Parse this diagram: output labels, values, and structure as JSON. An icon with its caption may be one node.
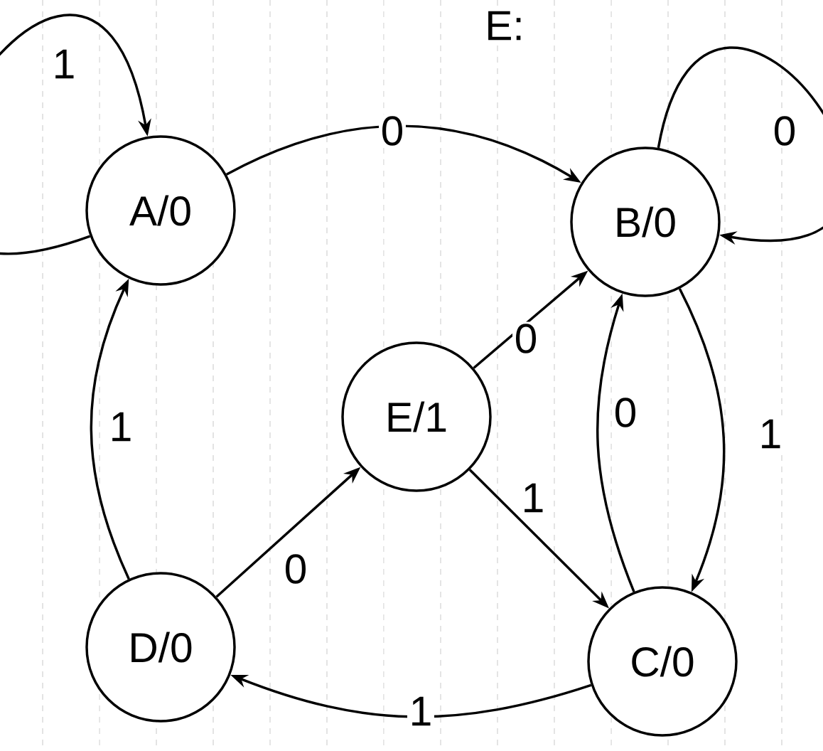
{
  "diagram": {
    "nodes": [
      {
        "text": [
          "A/0"
        ]
      },
      {
        "text": [
          "B/0"
        ]
      },
      {
        "text": [
          "E/1"
        ]
      },
      {
        "text": [
          "D/0"
        ]
      },
      {
        "text": [
          "C/0"
        ]
      }
    ],
    "edges": [
      {
        "from": 0,
        "to": 0,
        "arrow": "to",
        "label": "1"
      },
      {
        "from": 0,
        "to": 1,
        "arrow": "to",
        "label": "0"
      },
      {
        "from": 1,
        "to": 1,
        "arrow": "to",
        "label": "0"
      },
      {
        "from": 1,
        "to": 4,
        "arrow": "to",
        "label": "1"
      },
      {
        "from": 4,
        "to": 1,
        "arrow": "to",
        "label": "0"
      },
      {
        "from": 2,
        "to": 1,
        "arrow": "to",
        "label": "0"
      },
      {
        "from": 2,
        "to": 4,
        "arrow": "to",
        "label": "1"
      },
      {
        "from": 3,
        "to": 2,
        "arrow": "to",
        "label": "0"
      },
      {
        "from": 4,
        "to": 3,
        "arrow": "to",
        "label": "1"
      },
      {
        "from": 3,
        "to": 0,
        "arrow": "to",
        "label": "1"
      }
    ],
    "labels": [
      "E:"
    ]
  }
}
